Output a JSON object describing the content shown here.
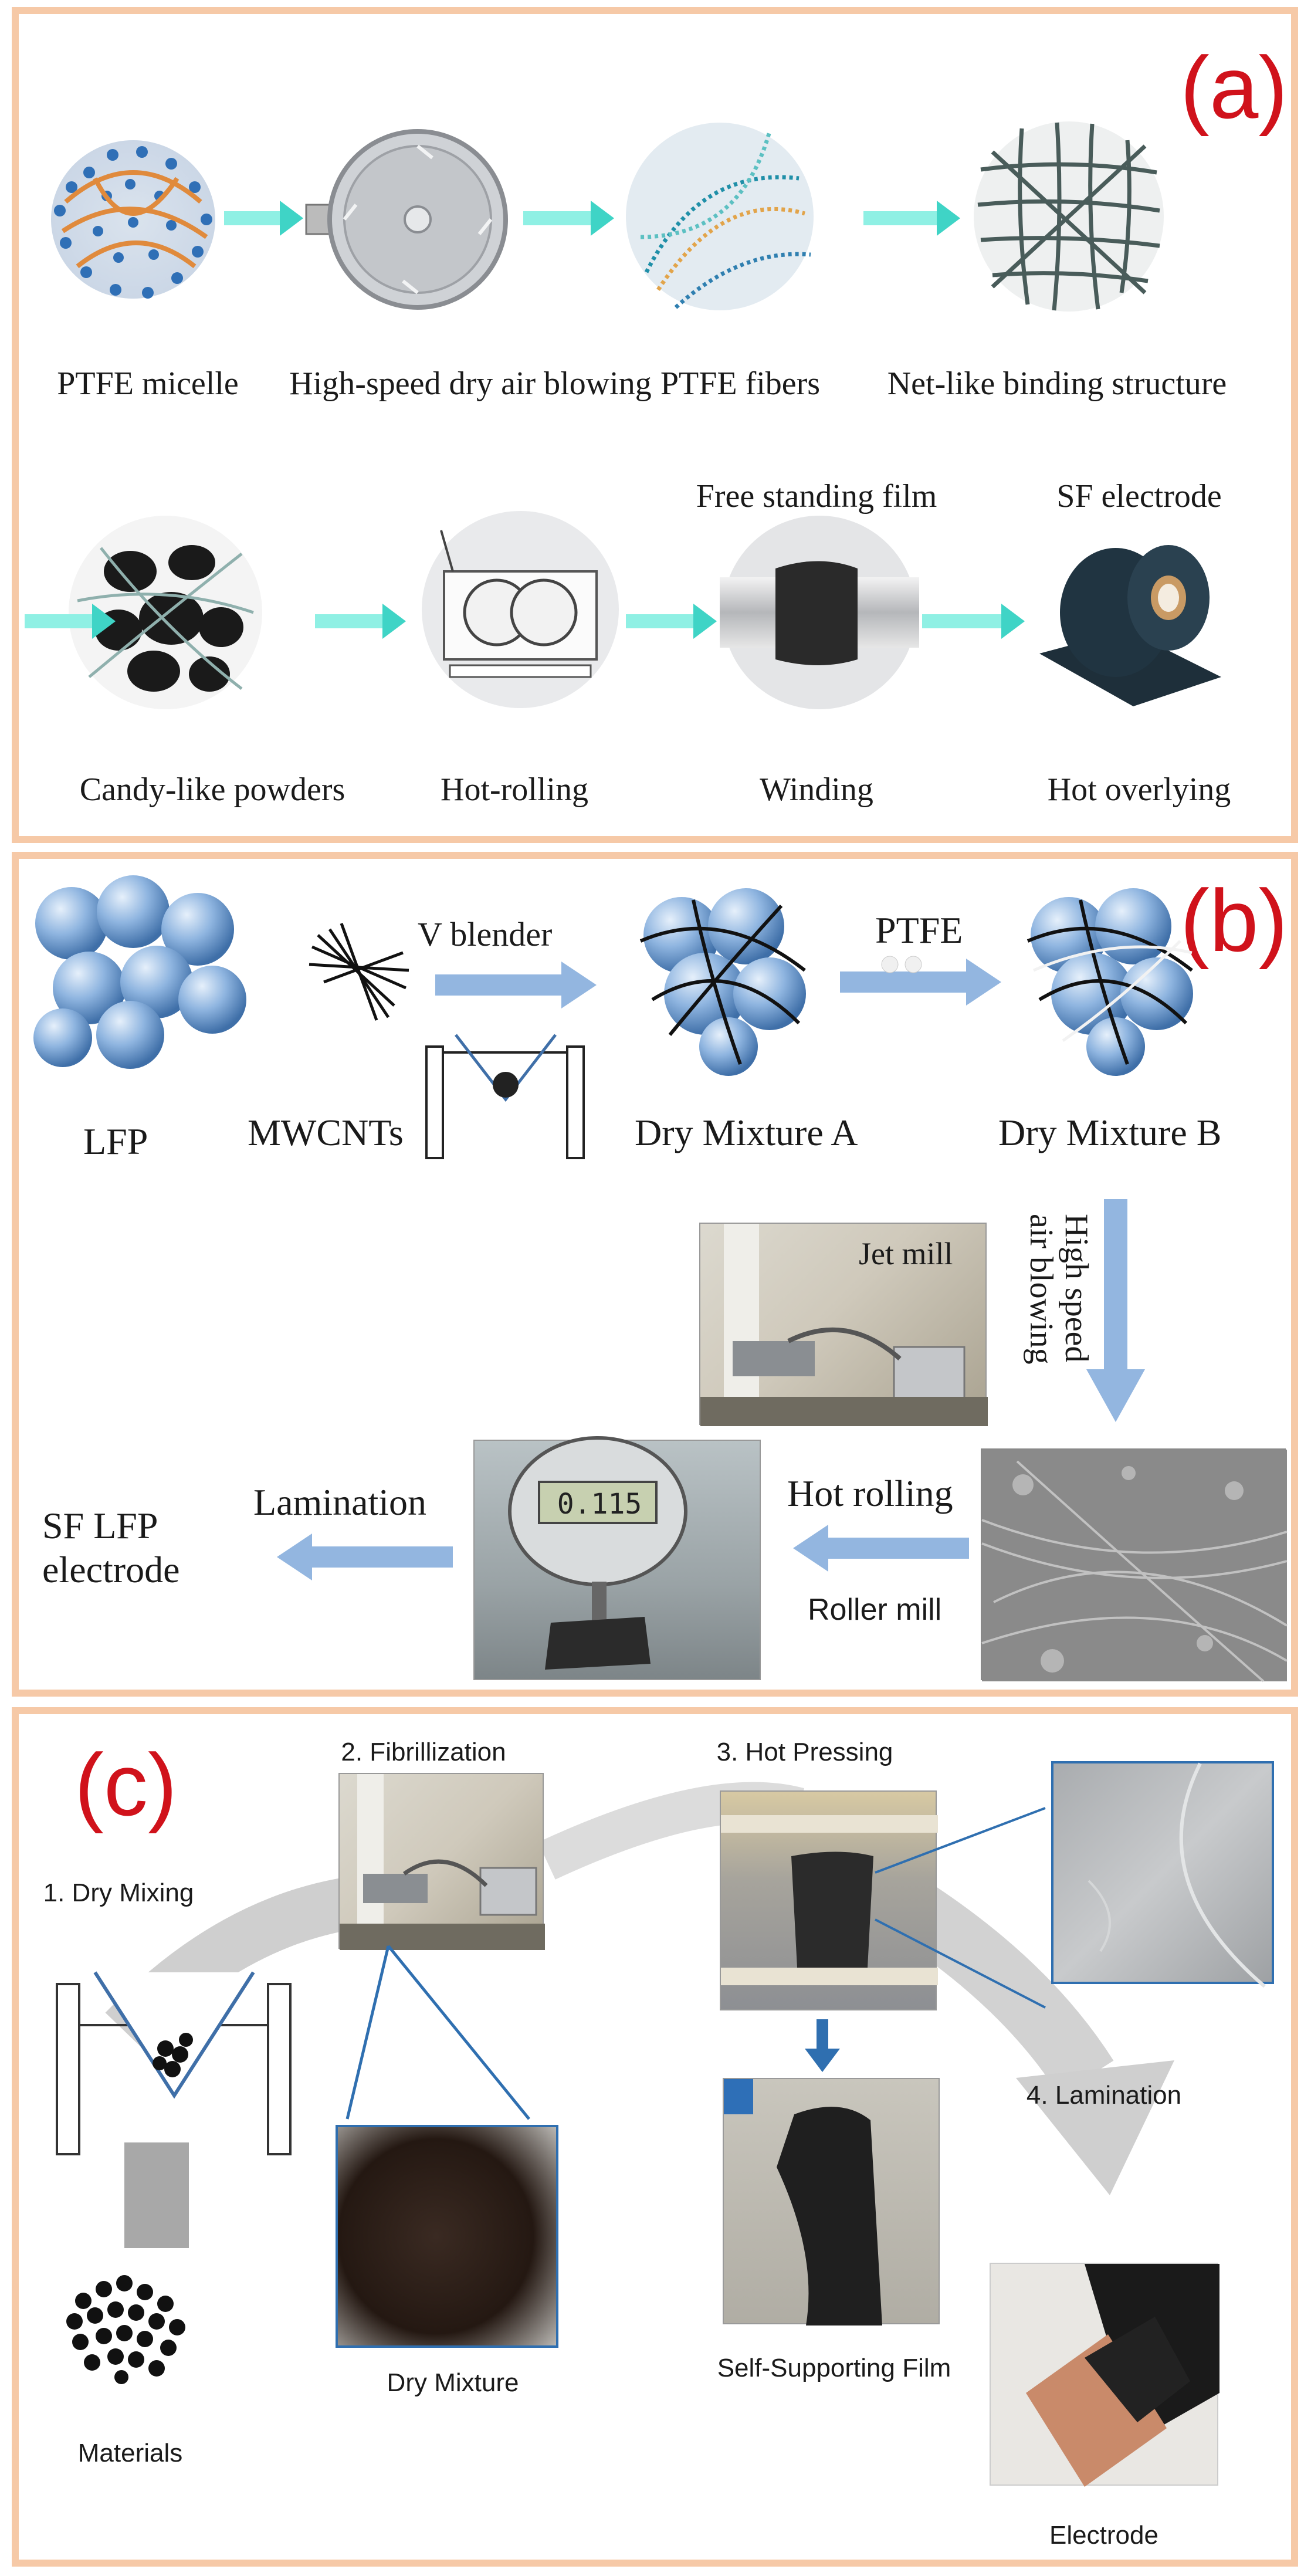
{
  "panel_a": {
    "label": "(a)",
    "row1": [
      "PTFE micelle",
      "High-speed dry air blowing",
      "PTFE fibers",
      "Net-like binding structure"
    ],
    "row2_top": [
      "Free standing film",
      "SF electrode"
    ],
    "row2": [
      "Candy-like powders",
      "Hot-rolling",
      "Winding",
      "Hot overlying"
    ]
  },
  "panel_b": {
    "label": "(b)",
    "items": {
      "lfp": "LFP",
      "mwcnts": "MWCNTs",
      "v_blender": "V blender",
      "mix_a": "Dry Mixture A",
      "ptfe": "PTFE",
      "mix_b": "Dry Mixture B",
      "jet_mill": "Jet mill",
      "high_speed": "High speed",
      "air_blowing": "air blowing",
      "hot_rolling": "Hot rolling",
      "roller_mill": "Roller mill",
      "lamination": "Lamination",
      "sf_lfp_1": "SF LFP",
      "sf_lfp_2": "electrode",
      "gauge_reading": "0.115"
    }
  },
  "panel_c": {
    "label": "(c)",
    "steps": [
      "1. Dry Mixing",
      "2. Fibrillization",
      "3. Hot Pressing",
      "4. Lamination"
    ],
    "captions": {
      "dry_mixture": "Dry Mixture",
      "self_supporting": "Self-Supporting Film",
      "materials": "Materials",
      "electrode": "Electrode"
    }
  },
  "colors": {
    "border": "#f6c9a7",
    "label_red": "#d0121b",
    "teal_arrow": "#3fd4c6",
    "blue_arrow": "#93b6e0",
    "sphere_blue": "#7aa7d9",
    "gray_arrow": "#cfcfcf"
  }
}
